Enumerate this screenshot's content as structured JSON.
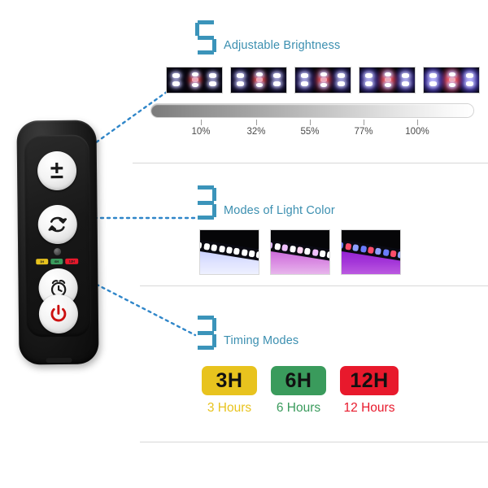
{
  "palette": {
    "accent_blue": "#3b8fb0",
    "digit_blue": "#3b94ba",
    "divider": "#d8d8d8",
    "yellow": "#e8c31e",
    "green": "#3a9b5c",
    "red": "#e8192c",
    "badge_text": "#111111",
    "remote_body": "#141414",
    "power_red": "#cc1111",
    "page_bg": "#ffffff"
  },
  "sections": {
    "brightness": {
      "digit": "5",
      "heading": "Adjustable Brightness",
      "levels": [
        {
          "label": "10%",
          "value": 10
        },
        {
          "label": "32%",
          "value": 32
        },
        {
          "label": "55%",
          "value": 55
        },
        {
          "label": "77%",
          "value": 77
        },
        {
          "label": "100%",
          "value": 100
        }
      ]
    },
    "light_color": {
      "digit": "3",
      "heading": "Modes of Light Color",
      "modes": [
        {
          "name": "white-blue-mode",
          "glow": "#cfd4ff"
        },
        {
          "name": "purple-pink-mode",
          "glow": "#d86fe0"
        },
        {
          "name": "blue-red-mode",
          "glow": "#a02ad8"
        }
      ]
    },
    "timing": {
      "digit": "3",
      "heading": "Timing Modes",
      "modes": [
        {
          "badge": "3H",
          "label": "3 Hours",
          "color": "#e8c31e"
        },
        {
          "badge": "6H",
          "label": "6 Hours",
          "color": "#3a9b5c"
        },
        {
          "badge": "12H",
          "label": "12 Hours",
          "color": "#e8192c"
        }
      ]
    }
  },
  "remote": {
    "name": "led-remote-control",
    "buttons": [
      {
        "name": "brightness-plus-minus-button",
        "icon": "plus-minus-icon",
        "glyph": "±"
      },
      {
        "name": "light-color-mode-button",
        "icon": "cycle-arrows-icon",
        "glyph": ""
      },
      {
        "name": "timer-button",
        "icon": "alarm-clock-icon",
        "glyph": ""
      },
      {
        "name": "power-button",
        "icon": "power-icon",
        "glyph": ""
      }
    ],
    "timer_chips": [
      {
        "text": "3H",
        "color": "#e8c31e"
      },
      {
        "text": "6H",
        "color": "#3a9b5c"
      },
      {
        "text": "12H",
        "color": "#e8192c"
      }
    ]
  }
}
